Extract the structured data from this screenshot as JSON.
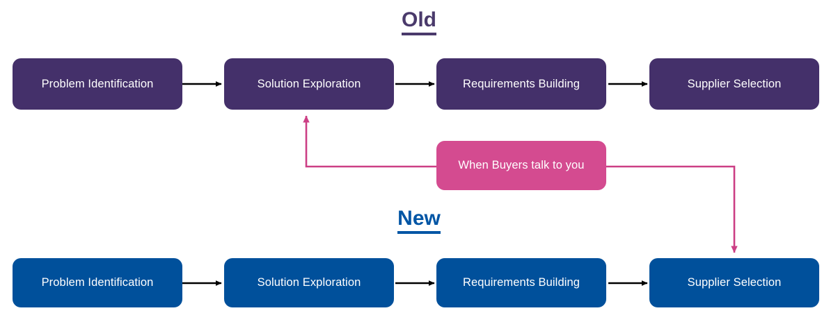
{
  "diagram": {
    "title_old": "Old",
    "title_new": "New",
    "colors": {
      "old_node": "#44306A",
      "new_node": "#00509B",
      "highlight_node": "#D44B90",
      "old_title": "#4A3A6B",
      "new_title": "#0055A5",
      "connector": "#000000",
      "highlight_connector": "#CC3F85",
      "background": "#FFFFFF",
      "node_text": "#FFFFFF"
    },
    "old_flow": {
      "label": "Old",
      "steps": [
        {
          "label": "Problem Identification"
        },
        {
          "label": "Solution Exploration"
        },
        {
          "label": "Requirements Building"
        },
        {
          "label": "Supplier Selection"
        }
      ]
    },
    "new_flow": {
      "label": "New",
      "steps": [
        {
          "label": "Problem Identification"
        },
        {
          "label": "Solution Exploration"
        },
        {
          "label": "Requirements Building"
        },
        {
          "label": "Supplier Selection"
        }
      ]
    },
    "callout": {
      "label": "When Buyers talk to you",
      "points_to_old_step": "Solution Exploration",
      "points_to_new_step": "Supplier Selection"
    }
  }
}
